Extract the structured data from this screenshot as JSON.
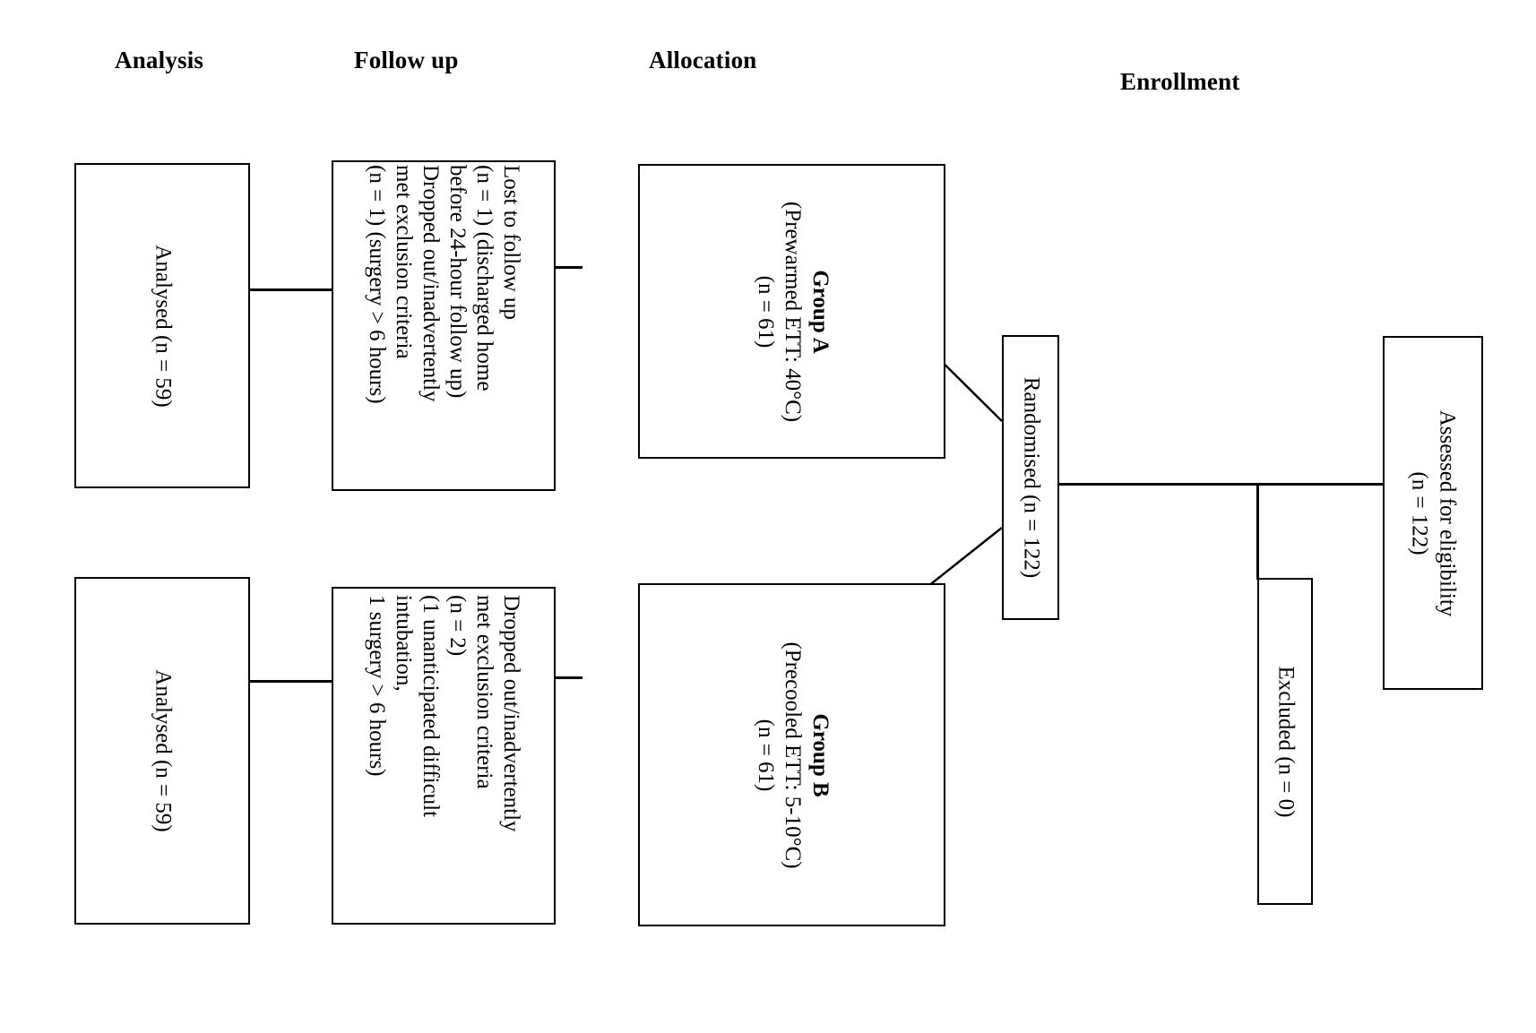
{
  "diagram": {
    "title": "CONSORT participant flow diagram",
    "line_color": "#000000",
    "background": "#ffffff"
  },
  "headers": [
    {
      "id": "analysis",
      "label": "Analysis"
    },
    {
      "id": "follow_up",
      "label": "Follow up"
    },
    {
      "id": "allocation",
      "label": "Allocation"
    },
    {
      "id": "enrollment",
      "label": "Enrollment"
    }
  ],
  "nodes": {
    "assessed": {
      "lines": [
        "Assessed for eligibility",
        "(n = 122)"
      ]
    },
    "excluded": {
      "lines": [
        "Excluded (n = 0)"
      ]
    },
    "randomised": {
      "lines": [
        "Randomised (n = 122)"
      ]
    },
    "group_a": {
      "lines": [
        "Group A",
        "(Prewarmed ETT: 40°C)",
        "(n = 61)"
      ],
      "bold_line_index": 0
    },
    "group_b": {
      "lines": [
        "Group B",
        "(Precooled ETT: 5-10°C)",
        "(n = 61)"
      ],
      "bold_line_index": 0
    },
    "followup_a": {
      "lines": [
        "Lost to follow up",
        "(n = 1) (discharged home",
        "before 24-hour follow up)",
        "Dropped out/inadvertently",
        "met exclusion criteria",
        "(n = 1) (surgery > 6 hours)"
      ]
    },
    "followup_b": {
      "lines": [
        "Dropped out/inadvertently",
        "met exclusion criteria",
        "(n = 2)",
        "(1 unanticipated difficult",
        "intubation,",
        "1 surgery > 6 hours)"
      ]
    },
    "analysed_a": {
      "lines": [
        "Analysed (n = 59)"
      ]
    },
    "analysed_b": {
      "lines": [
        "Analysed (n = 59)"
      ]
    }
  }
}
